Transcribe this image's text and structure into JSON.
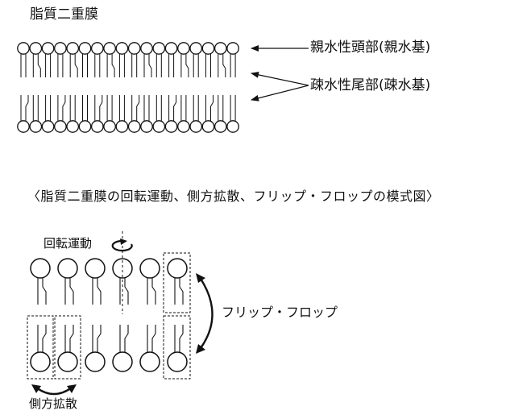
{
  "title": "脂質二重膜",
  "labels": {
    "hydrophilic_head": "親水性頭部(親水基)",
    "hydrophobic_tail": "疎水性尾部(疎水基)"
  },
  "caption": "〈脂質二重膜の回転運動、側方拡散、フリップ・フロップの模式図〉",
  "diagram2": {
    "rotation": "回転運動",
    "flip_flop": "フリップ・フロップ",
    "lateral_diffusion": "側方拡散"
  },
  "colors": {
    "stroke": "#111111",
    "background": "#ffffff"
  },
  "icons": [
    "arrow-icon",
    "rotation-arrow-icon",
    "double-arrow-icon"
  ]
}
